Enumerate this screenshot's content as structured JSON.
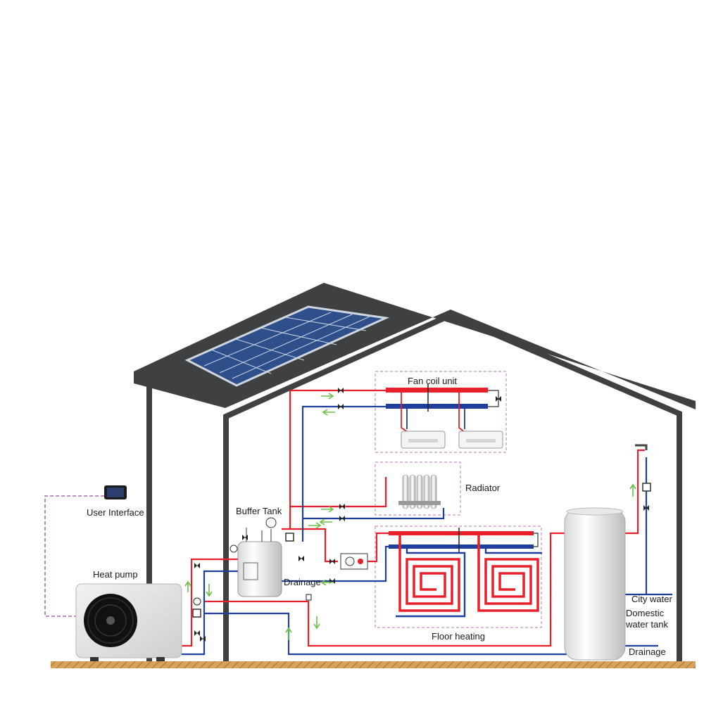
{
  "labels": {
    "fan_coil_unit": "Fan coil unit",
    "radiator": "Radiator",
    "user_interface": "User Interface",
    "buffer_tank": "Buffer Tank",
    "heat_pump": "Heat pump",
    "drainage_buffer": "Drainage",
    "floor_heating": "Floor heating",
    "city_water": "City water",
    "domestic_water_tank_line1": "Domestic",
    "domestic_water_tank_line2": "water tank",
    "drainage_tank": "Drainage"
  },
  "colors": {
    "roof": "#3f4042",
    "wall": "#3f4042",
    "hot_pipe": "#e8202a",
    "cold_pipe": "#1f3f9a",
    "flow_arrow": "#6cc04a",
    "zone_border": "#c28fc6",
    "signal_line": "#9b4aa8",
    "ground": "#c98b3c",
    "solar_cell": "#2e4f8a"
  }
}
